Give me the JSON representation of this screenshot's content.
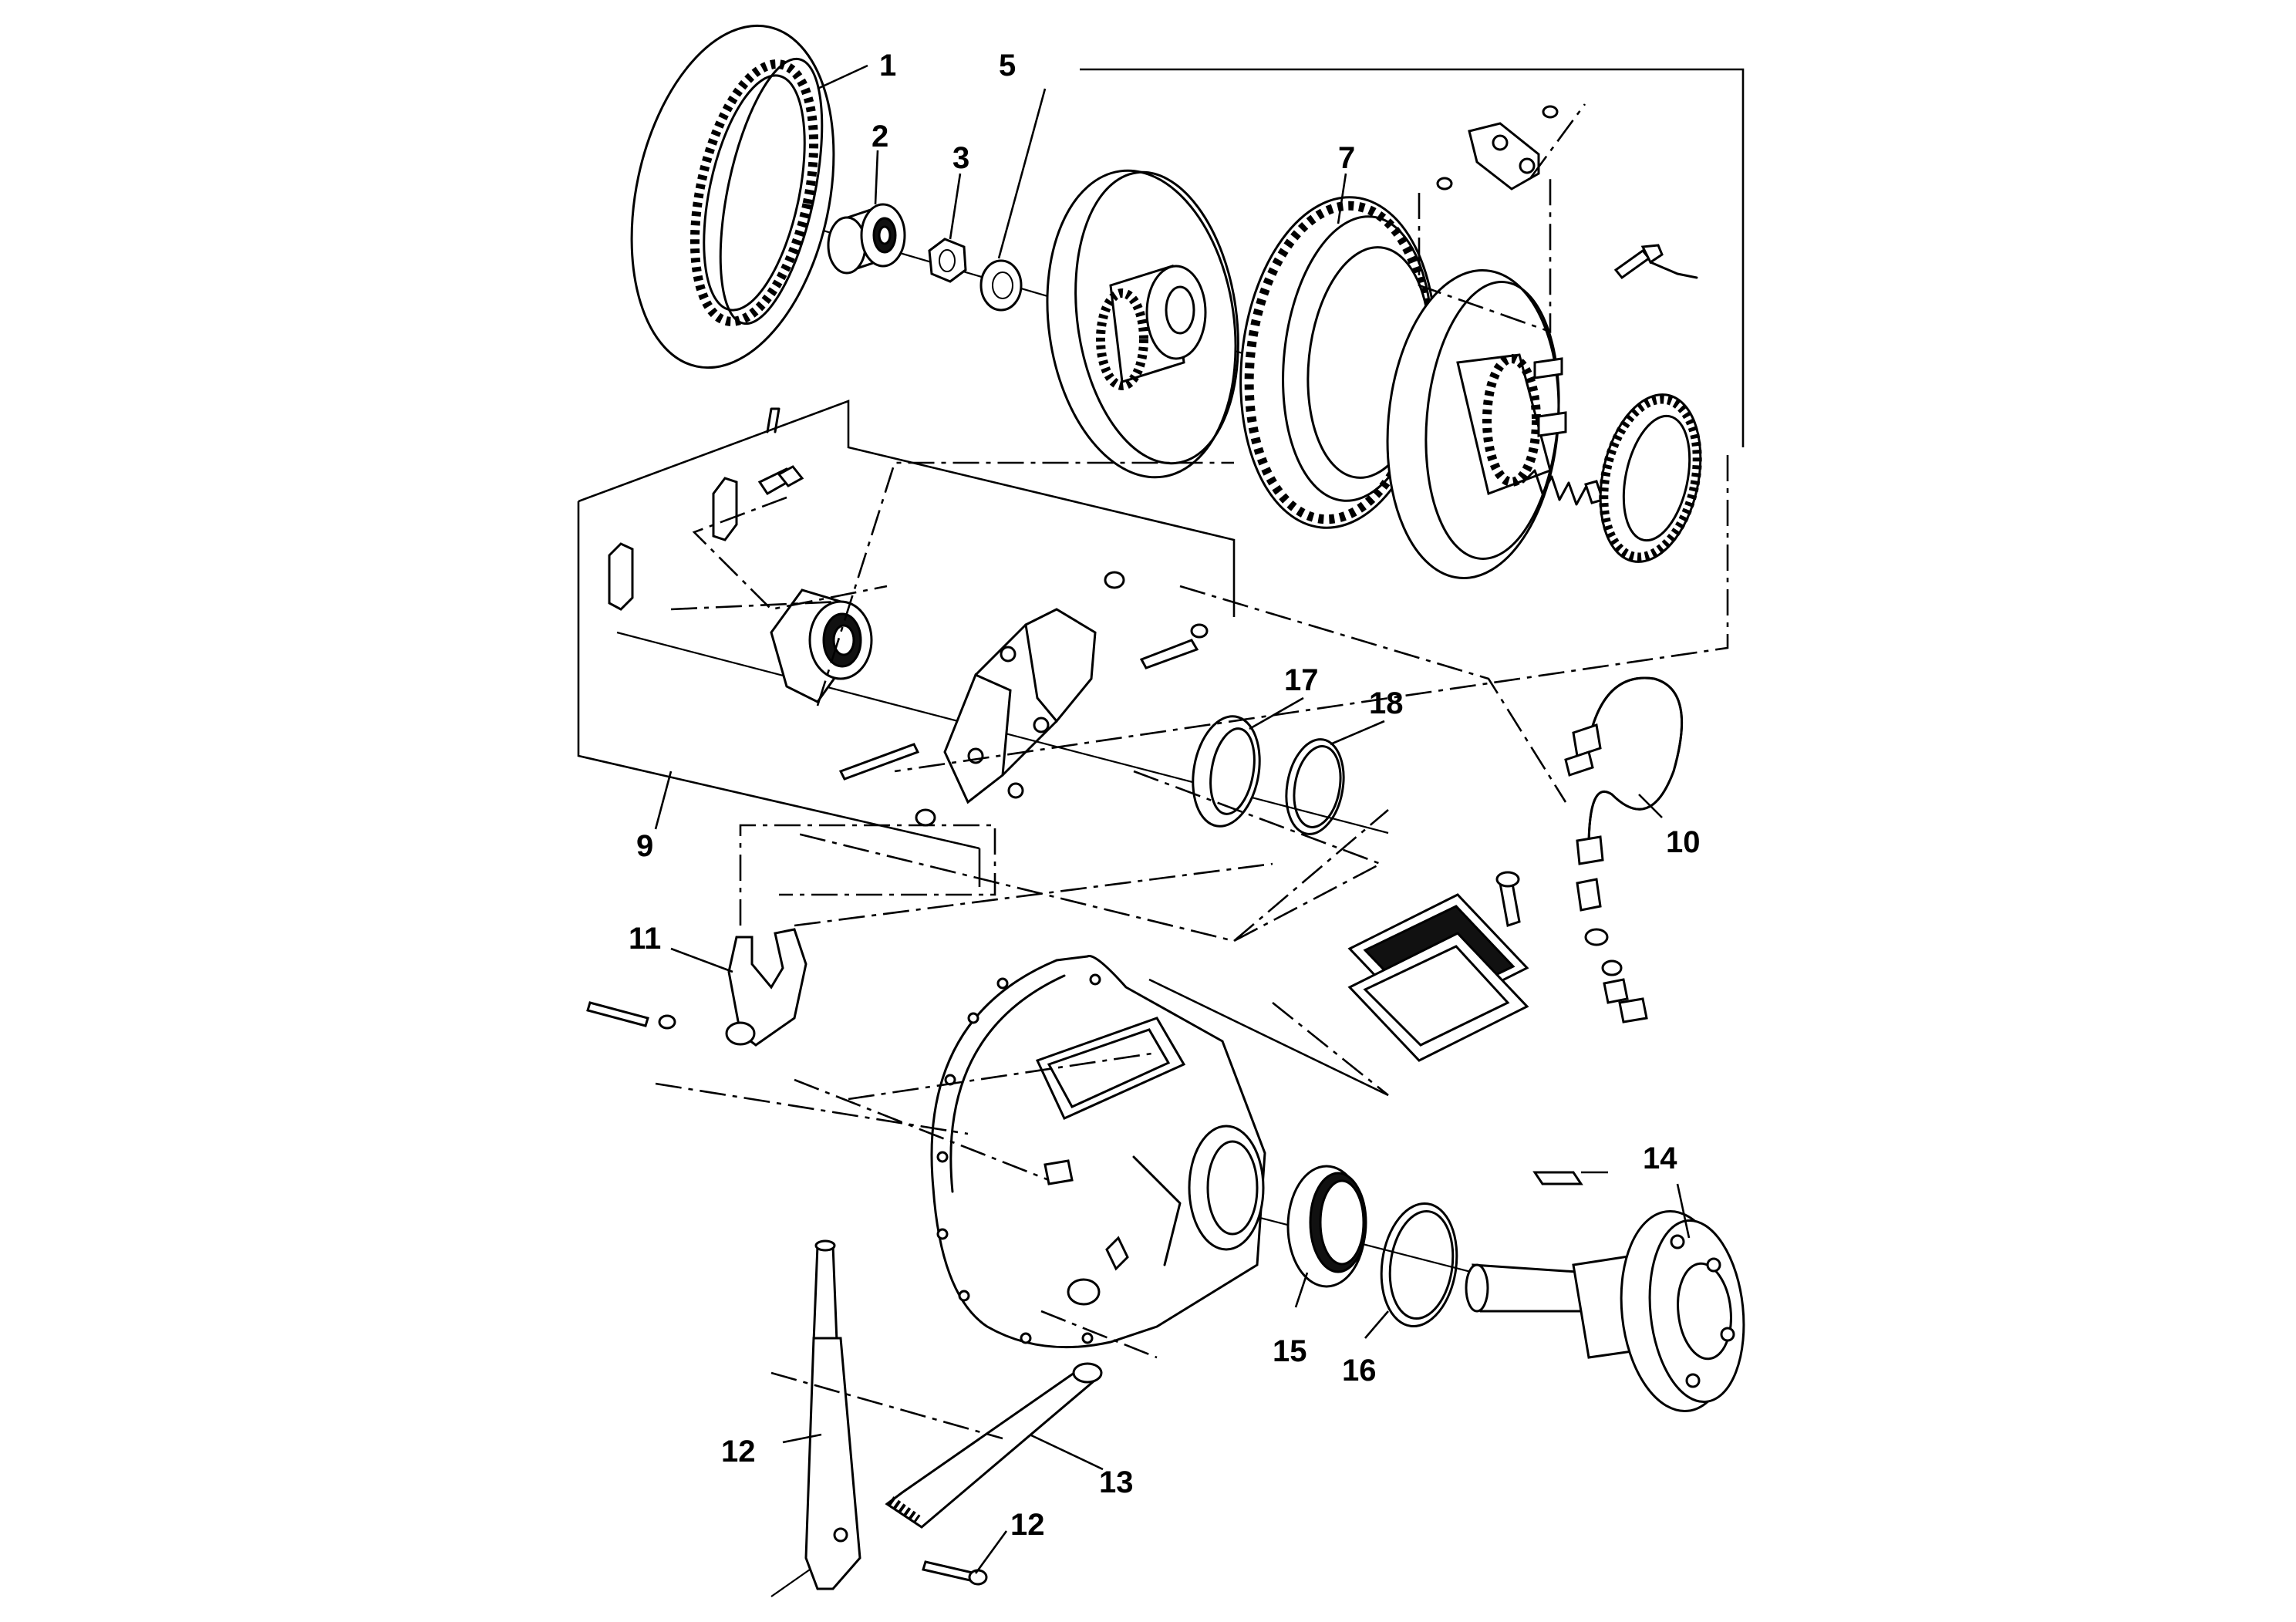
{
  "callouts": [
    {
      "id": "1",
      "label": "1"
    },
    {
      "id": "2",
      "label": "2"
    },
    {
      "id": "3",
      "label": "3"
    },
    {
      "id": "5",
      "label": "5"
    },
    {
      "id": "7",
      "label": "7"
    },
    {
      "id": "9",
      "label": "9"
    },
    {
      "id": "10",
      "label": "10"
    },
    {
      "id": "11",
      "label": "11"
    },
    {
      "id": "12a",
      "label": "12"
    },
    {
      "id": "12b",
      "label": "12"
    },
    {
      "id": "13",
      "label": "13"
    },
    {
      "id": "14",
      "label": "14"
    },
    {
      "id": "15",
      "label": "15"
    },
    {
      "id": "16",
      "label": "16"
    },
    {
      "id": "17",
      "label": "17"
    },
    {
      "id": "18",
      "label": "18"
    }
  ]
}
